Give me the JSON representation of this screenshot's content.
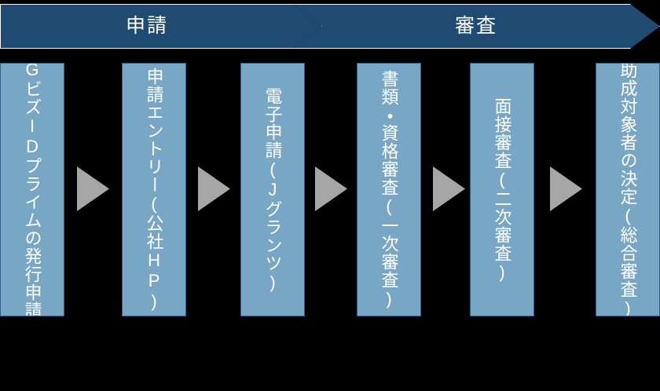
{
  "diagram": {
    "type": "process-flow",
    "orientation": "left-to-right",
    "background_color": "#000000",
    "phases": [
      {
        "id": "apply",
        "label": "申請",
        "fill_color": "#1F4A72",
        "text_color": "#FFFFFF"
      },
      {
        "id": "review",
        "label": "審査",
        "fill_color": "#1F4A72",
        "text_color": "#FFFFFF"
      }
    ],
    "steps": [
      {
        "index": 1,
        "label": "GビズIDプライムの発行申請",
        "phase": "apply",
        "fill_color": "#77A7C4",
        "text_color": "#FFFFFF"
      },
      {
        "index": 2,
        "label": "申請エントリー(公社HP)",
        "phase": "apply",
        "fill_color": "#77A7C4",
        "text_color": "#FFFFFF"
      },
      {
        "index": 3,
        "label": "電子申請(Jグランツ)",
        "phase": "apply",
        "fill_color": "#77A7C4",
        "text_color": "#FFFFFF"
      },
      {
        "index": 4,
        "label": "書類・資格審査(一次審査)",
        "phase": "review",
        "fill_color": "#77A7C4",
        "text_color": "#FFFFFF"
      },
      {
        "index": 5,
        "label": "面接審査(二次審査)",
        "phase": "review",
        "fill_color": "#77A7C4",
        "text_color": "#FFFFFF"
      },
      {
        "index": 6,
        "label": "助成対象者の決定(総合審査)",
        "phase": "review",
        "fill_color": "#77A7C4",
        "text_color": "#FFFFFF"
      }
    ],
    "connectors": [
      {
        "index": 1,
        "icon": "triangle-right-icon",
        "color": "#A6A6A6"
      },
      {
        "index": 2,
        "icon": "triangle-right-icon",
        "color": "#A6A6A6"
      },
      {
        "index": 3,
        "icon": "triangle-right-icon",
        "color": "#A6A6A6"
      },
      {
        "index": 4,
        "icon": "triangle-right-icon",
        "color": "#A6A6A6"
      },
      {
        "index": 5,
        "icon": "triangle-right-icon",
        "color": "#A6A6A6"
      }
    ]
  }
}
